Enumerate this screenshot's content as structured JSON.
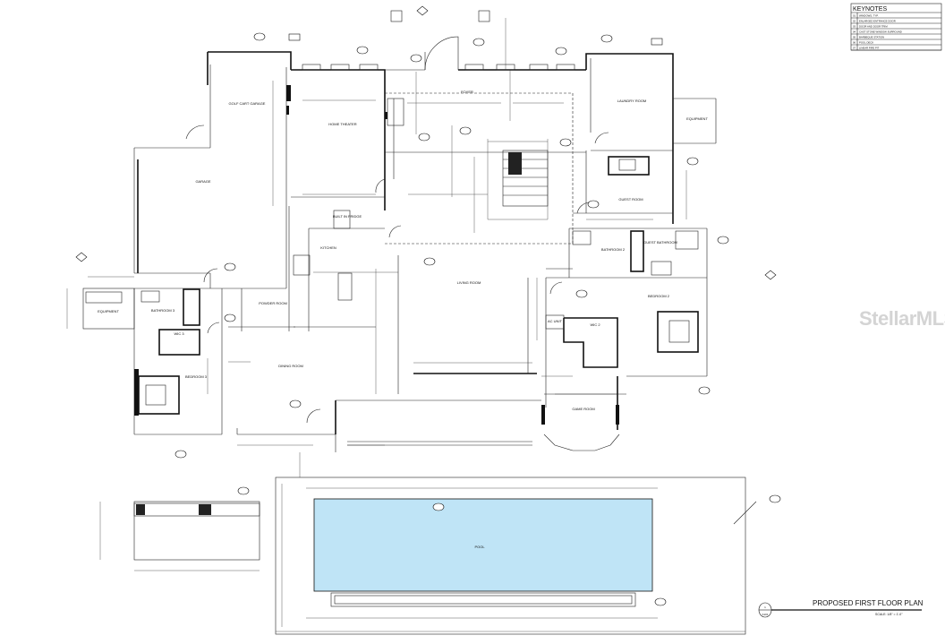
{
  "keynotes": {
    "title": "KEYNOTES",
    "items": [
      {
        "num": "01",
        "text": "WINDOWS, TYP."
      },
      {
        "num": "02",
        "text": "ENLARGED ENTRANCE DOOR"
      },
      {
        "num": "03",
        "text": "DOOR AND DOOR TRIM"
      },
      {
        "num": "04",
        "text": "CAST STONE WINDOW SURROUND"
      },
      {
        "num": "05",
        "text": "BARBEQUE STATION"
      },
      {
        "num": "06",
        "text": "POOL DECK"
      },
      {
        "num": "07",
        "text": "LINEAR FIRE PIT"
      }
    ]
  },
  "rooms": {
    "golf_cart_garage": "GOLF CART GARAGE",
    "garage": "GARAGE",
    "home_theater": "HOME THEATER",
    "foyer": "FOYER",
    "laundry": "LAUNDRY ROOM",
    "equipment_right": "EQUIPMENT",
    "guest_room": "GUEST ROOM",
    "kitchen": "KITCHEN",
    "built_in_fridge": "BUILT IN FRIDGE",
    "bathroom_2": "BATHROOM 2",
    "guest_bathroom": "GUEST BATHROOM",
    "living_room": "LIVING ROOM",
    "bedroom_2": "BEDROOM 2",
    "equipment_left": "EQUIPMENT",
    "bathroom_3": "BATHROOM 3",
    "powder_room": "POWDER ROOM",
    "wic_3": "WIC 3",
    "bedroom_3": "BEDROOM 3",
    "dining_room": "DINING ROOM",
    "ac_unit": "AC UNIT",
    "wic_2": "WIC 2",
    "game_room": "GAME ROOM",
    "pool": "POOL"
  },
  "title_block": {
    "title": "PROPOSED FIRST FLOOR PLAN",
    "scale": "SCALE: 1/8\" = 1'-0\"",
    "sheet_num": "1",
    "sheet_ref": "A101"
  },
  "watermark": {
    "main": "StellarMLS",
    "sub": ""
  },
  "colors": {
    "pool": "#bfe4f6",
    "line": "#111111",
    "watermark": "#d4d4d4"
  }
}
